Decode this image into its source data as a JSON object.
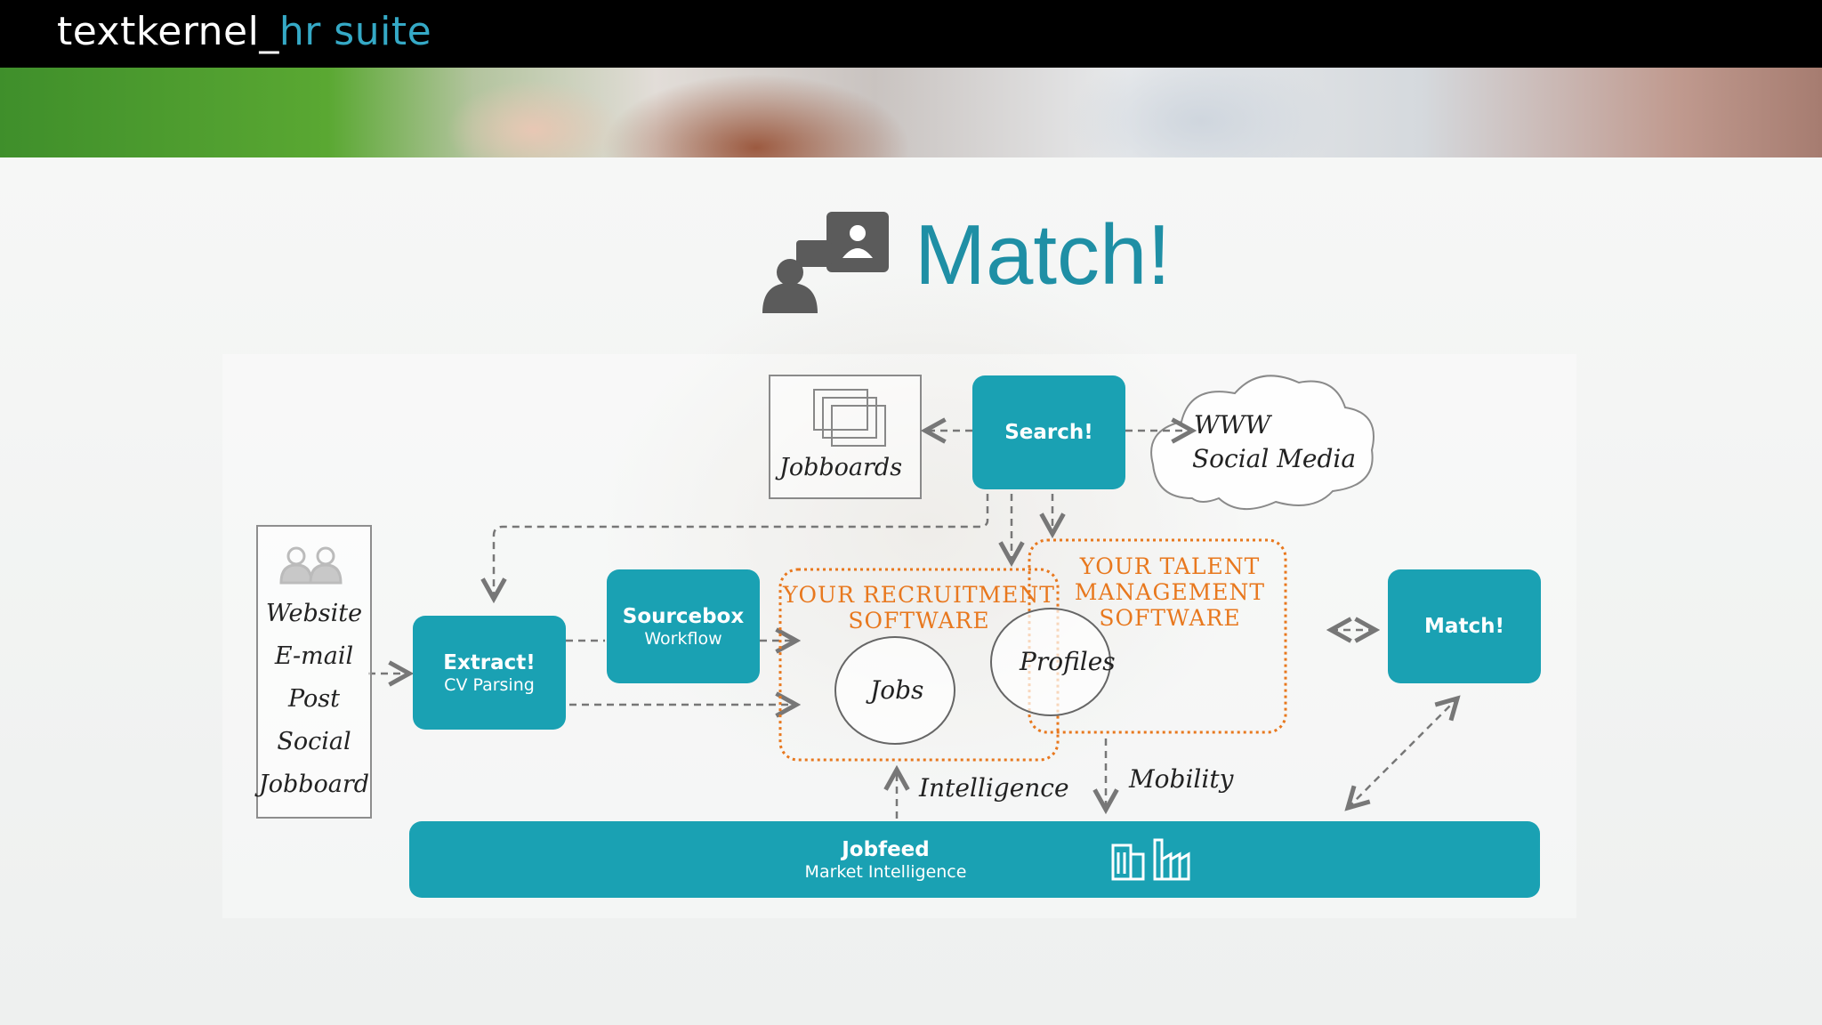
{
  "header": {
    "brand_part1": "textkernel_",
    "brand_part2": "hr suite"
  },
  "slide": {
    "title": "Match!"
  },
  "diagram": {
    "sources": [
      "Website",
      "E-mail",
      "Post",
      "Social",
      "Jobboard"
    ],
    "extract": {
      "title": "Extract!",
      "subtitle": "CV Parsing"
    },
    "sourcebox": {
      "title": "Sourcebox",
      "subtitle": "Workflow"
    },
    "search": {
      "title": "Search!"
    },
    "match": {
      "title": "Match!"
    },
    "jobfeed": {
      "title": "Jobfeed",
      "subtitle": "Market Intelligence"
    },
    "jobboards": "Jobboards",
    "web_cloud": {
      "line1": "WWW",
      "line2": "Social Media"
    },
    "recruitment": {
      "line1": "YOUR RECRUITMENT",
      "line2": "SOFTWARE"
    },
    "talent": {
      "line1": "YOUR TALENT",
      "line2": "MANAGEMENT",
      "line3": "SOFTWARE"
    },
    "jobs": "Jobs",
    "profiles": "Profiles",
    "intelligence": "Intelligence",
    "mobility": "Mobility"
  },
  "colors": {
    "teal": "#1aa1b3",
    "title_teal": "#1f8fa5",
    "orange": "#e8781e",
    "brand_blue": "#35a9c6"
  },
  "icons": [
    "people-icon",
    "sources-people-icon",
    "buildings-icon",
    "factory-icon",
    "stacked-pages-icon"
  ]
}
